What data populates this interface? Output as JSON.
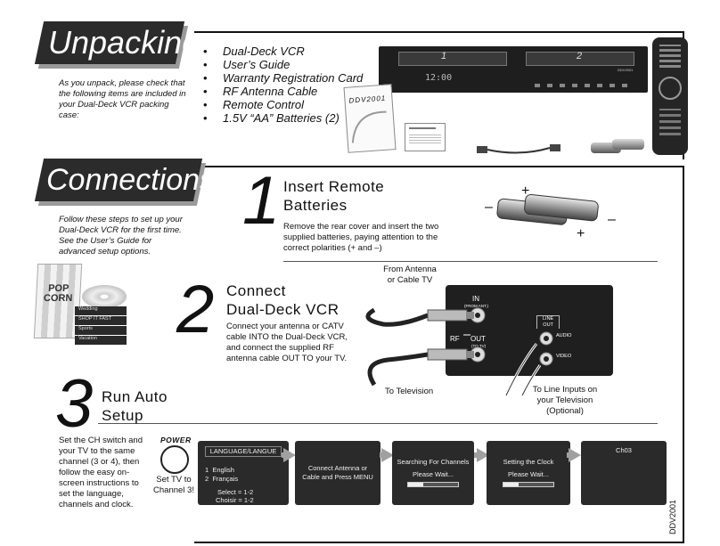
{
  "unpacking": {
    "title": "Unpacking",
    "intro": "As you unpack, please check that the following items are included in your Dual-Deck VCR packing case:",
    "items": [
      "Dual-Deck VCR",
      "User’s Guide",
      "Warranty Registration Card",
      "RF Antenna Cable",
      "Remote Control",
      "1.5V “AA” Batteries (2)"
    ],
    "manual_cover_text": "DDV2001",
    "vcr_deck_labels": [
      "1",
      "2"
    ],
    "vcr_clock": "12:00",
    "vcr_model": "DDV2001"
  },
  "connections": {
    "title": "Connections",
    "intro": "Follow these steps to set up your Dual-Deck VCR for the first time. See the User’s Guide for advanced setup options.",
    "tape_labels": [
      "Wedding",
      "SHOP IT FAST",
      "Sports",
      "Vacation"
    ],
    "popcorn_text": "POP CORN"
  },
  "step1": {
    "number": "1",
    "title_line1": "Insert Remote",
    "title_line2": "Batteries",
    "body": "Remove the rear cover and insert the two supplied batteries, paying attention to the correct polarities (+ and –)",
    "plus": "+",
    "minus": "–"
  },
  "step2": {
    "number": "2",
    "title_line1": "Connect",
    "title_line2": "Dual-Deck VCR",
    "body": "Connect your antenna or CATV cable INTO the Dual-Deck VCR, and connect the supplied RF antenna cable OUT TO your TV.",
    "from_antenna": "From Antenna\nor Cable TV",
    "to_tv": "To Television",
    "to_line_inputs": "To Line Inputs on\nyour Television\n(Optional)",
    "panel": {
      "in_label": "IN",
      "in_sub": "(FROM ANT.)",
      "rf_label": "RF",
      "out_label": "OUT",
      "out_sub": "(TO TV)",
      "line_out": "LINE\nOUT",
      "audio": "AUDIO",
      "video": "VIDEO"
    }
  },
  "step3": {
    "number": "3",
    "title_line1": "Run Auto",
    "title_line2": "Setup",
    "body": "Set the CH switch and your TV to the same channel (3 or 4), then follow the easy on-screen instructions to set the language, channels and clock.",
    "power_label": "POWER",
    "set_tv": "Set TV to\nChannel 3!",
    "screens": [
      {
        "header": "LANGUAGE/LANGUE",
        "lines": [
          "1  English",
          "2  Français"
        ],
        "footer": [
          "Select = 1-2",
          "Choisir = 1-2"
        ]
      },
      {
        "header": "",
        "lines": [
          "Connect Antenna or",
          "Cable and Press MENU"
        ],
        "footer": []
      },
      {
        "header": "Searching For Channels",
        "lines": [
          "Please Wait..."
        ],
        "footer": []
      },
      {
        "header": "Setting the Clock",
        "lines": [
          "Please Wait..."
        ],
        "footer": []
      },
      {
        "header": "Ch03",
        "lines": [],
        "footer": []
      }
    ]
  },
  "side_label": "DDV2001"
}
